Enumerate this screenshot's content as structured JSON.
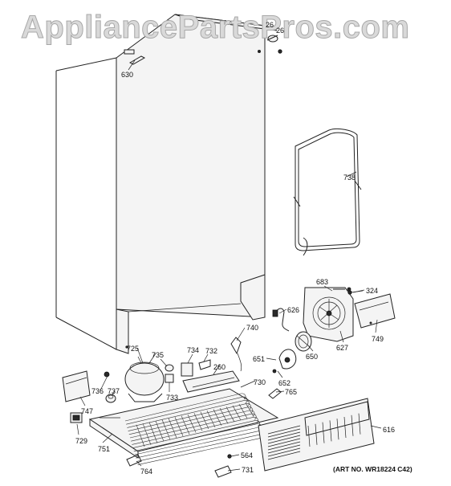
{
  "watermark": "AppliancePartsPros.com",
  "art_number": "(ART NO. WR18224 C42)",
  "parts": [
    {
      "id": "p630",
      "label": "630"
    },
    {
      "id": "p26a",
      "label": "26"
    },
    {
      "id": "p26b",
      "label": "26"
    },
    {
      "id": "p738",
      "label": "738"
    },
    {
      "id": "p683",
      "label": "683"
    },
    {
      "id": "p324",
      "label": "324"
    },
    {
      "id": "p626",
      "label": "626"
    },
    {
      "id": "p740",
      "label": "740"
    },
    {
      "id": "p749",
      "label": "749"
    },
    {
      "id": "p627",
      "label": "627"
    },
    {
      "id": "p650",
      "label": "650"
    },
    {
      "id": "p651",
      "label": "651"
    },
    {
      "id": "p652",
      "label": "652"
    },
    {
      "id": "p765",
      "label": "765"
    },
    {
      "id": "p725",
      "label": "725"
    },
    {
      "id": "p735",
      "label": "735"
    },
    {
      "id": "p734",
      "label": "734"
    },
    {
      "id": "p732",
      "label": "732"
    },
    {
      "id": "p260",
      "label": "260"
    },
    {
      "id": "p730",
      "label": "730"
    },
    {
      "id": "p733",
      "label": "733"
    },
    {
      "id": "p736",
      "label": "736"
    },
    {
      "id": "p737",
      "label": "737"
    },
    {
      "id": "p747",
      "label": "747"
    },
    {
      "id": "p729",
      "label": "729"
    },
    {
      "id": "p751",
      "label": "751"
    },
    {
      "id": "p764",
      "label": "764"
    },
    {
      "id": "p564",
      "label": "564"
    },
    {
      "id": "p731",
      "label": "731"
    },
    {
      "id": "p616",
      "label": "616"
    }
  ]
}
